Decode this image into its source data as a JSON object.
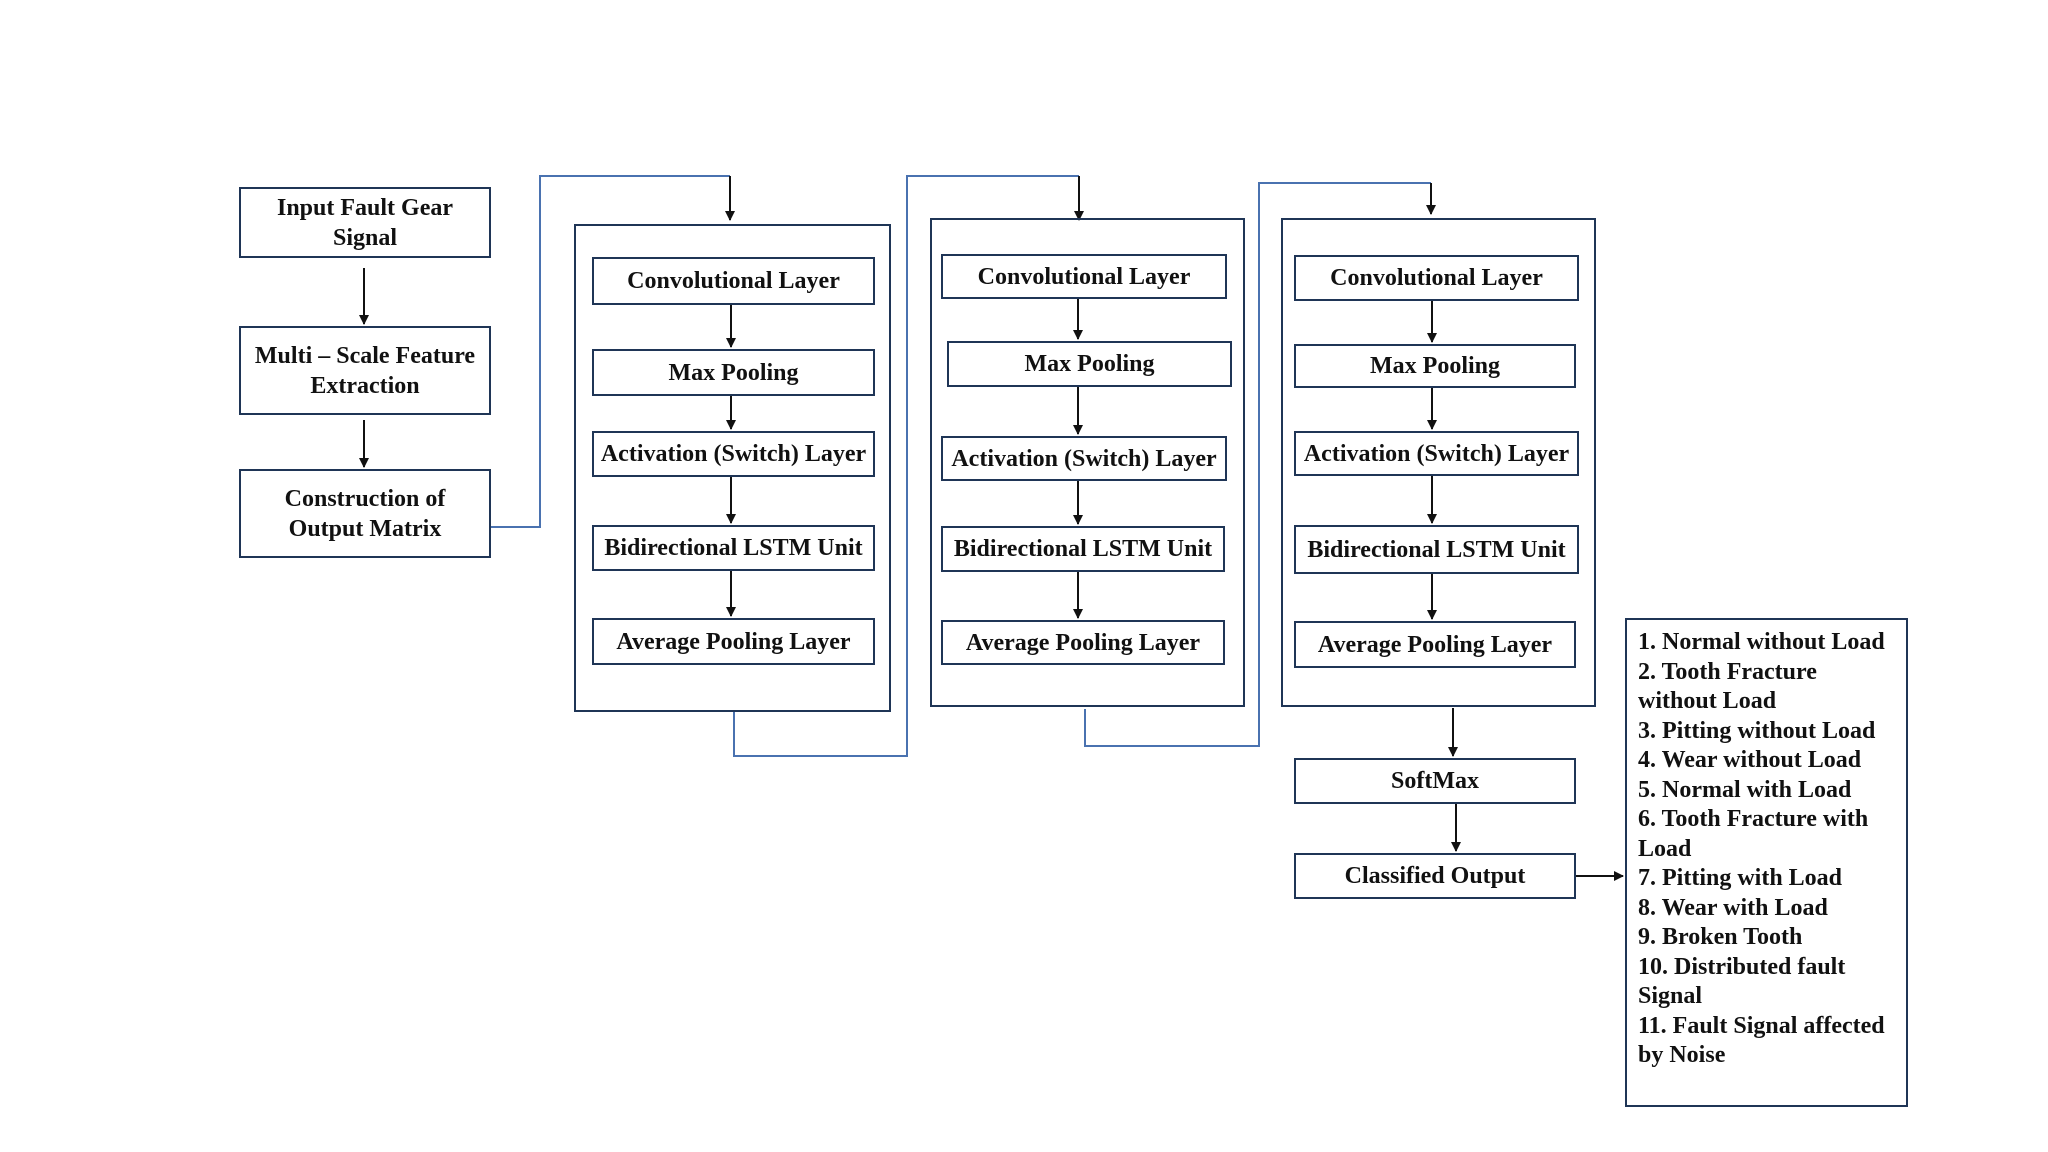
{
  "input_box": "Input Fault Gear Signal",
  "feature_box": "Multi – Scale Feature Extraction",
  "matrix_box": "Construction of Output Matrix",
  "stages": [
    {
      "conv": "Convolutional Layer",
      "maxpool": "Max Pooling",
      "activation": "Activation (Switch) Layer",
      "bilstm": "Bidirectional LSTM Unit",
      "avgpool": "Average Pooling Layer"
    },
    {
      "conv": "Convolutional Layer",
      "maxpool": "Max Pooling",
      "activation": "Activation (Switch) Layer",
      "bilstm": "Bidirectional LSTM Unit",
      "avgpool": "Average Pooling Layer"
    },
    {
      "conv": "Convolutional Layer",
      "maxpool": "Max Pooling",
      "activation": "Activation (Switch) Layer",
      "bilstm": "Bidirectional LSTM Unit",
      "avgpool": "Average Pooling Layer"
    }
  ],
  "softmax": "SoftMax",
  "classified_output": "Classified Output",
  "classes": [
    "1. Normal without Load",
    "2. Tooth Fracture without Load",
    "3. Pitting without Load",
    "4. Wear without Load",
    "5. Normal with Load",
    "6. Tooth Fracture with Load",
    "7. Pitting with Load",
    "8. Wear with Load",
    "9. Broken Tooth",
    "10. Distributed fault Signal",
    "11. Fault Signal affected by Noise"
  ],
  "colors": {
    "box_border": "#1f3556",
    "connector": "#4a72b0",
    "arrow": "#111111",
    "text": "#111111"
  }
}
